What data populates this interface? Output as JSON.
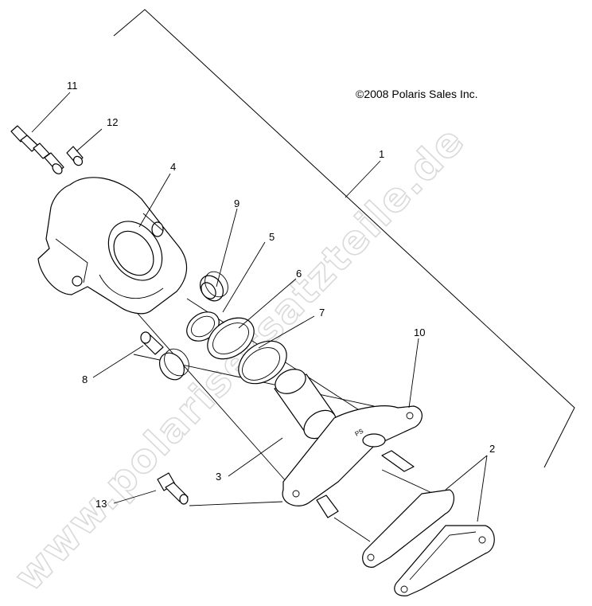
{
  "diagram": {
    "copyright": "©2008 Polaris Sales Inc.",
    "watermark": "www.polarisersatzteile.de",
    "callouts": [
      {
        "id": "1",
        "label": "1"
      },
      {
        "id": "2",
        "label": "2"
      },
      {
        "id": "3",
        "label": "3"
      },
      {
        "id": "4",
        "label": "4"
      },
      {
        "id": "5",
        "label": "5"
      },
      {
        "id": "6",
        "label": "6"
      },
      {
        "id": "7",
        "label": "7"
      },
      {
        "id": "8",
        "label": "8"
      },
      {
        "id": "9",
        "label": "9"
      },
      {
        "id": "10",
        "label": "10"
      },
      {
        "id": "11",
        "label": "11"
      },
      {
        "id": "12",
        "label": "12"
      },
      {
        "id": "13",
        "label": "13"
      }
    ],
    "bracket_marking": "PS",
    "colors": {
      "line": "#000000",
      "watermark": "#d9d9d9",
      "background": "#ffffff"
    }
  }
}
